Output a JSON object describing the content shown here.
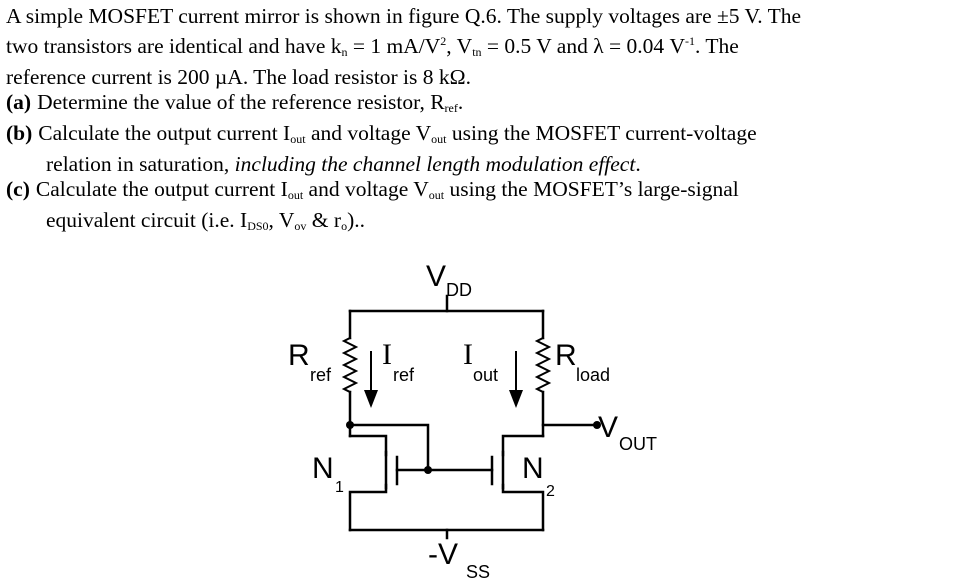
{
  "problem": {
    "intro": {
      "line1": "A simple MOSFET current mirror is shown in figure Q.6. The supply voltages are ±5 V. The",
      "line2_a": "two transistors are identical and have k",
      "line2_kn_sub": "n",
      "line2_b": " = 1 mA/V",
      "line2_sq": "2",
      "line2_c": ", V",
      "line2_vtn_sub": "tn",
      "line2_d": " = 0.5 V and λ = 0.04 V",
      "line2_inv": "-1",
      "line2_e": ". The",
      "line3": "reference current is 200 µA. The load resistor is 8 kΩ."
    },
    "parts": [
      {
        "label": "(a)",
        "text_a": "Determine the value of the reference resistor, R",
        "sub": "ref",
        "text_b": "."
      },
      {
        "label": "(b)",
        "text_a": "Calculate the output current I",
        "sub1": "out",
        "text_b": " and voltage V",
        "sub2": "out",
        "text_c": " using the MOSFET current-voltage",
        "cont_a": "relation in saturation, ",
        "cont_em": "including the channel length modulation effect",
        "cont_b": "."
      },
      {
        "label": "(c)",
        "text_a": "Calculate the output current I",
        "sub1": "out",
        "text_b": " and voltage V",
        "sub2": "out",
        "text_c": " using the MOSFET’s large-signal",
        "cont_a": "equivalent circuit (i.e. I",
        "cont_sub1": "DS0",
        "cont_b": ", V",
        "cont_sub2": "ov",
        "cont_c": " & r",
        "cont_sub3": "o",
        "cont_d": ").."
      }
    ]
  },
  "circuit": {
    "vdd": "V",
    "vdd_sub": "DD",
    "vss": "-V",
    "vss_sub": "SS",
    "rref": "R",
    "rref_sub": "ref",
    "iref": "I",
    "iref_sub": "ref",
    "iout": "I",
    "iout_sub": "out",
    "rload": "R",
    "rload_sub": "load",
    "vout": "V",
    "vout_sub": "OUT",
    "n1": "N",
    "n1_sub": "1",
    "n2": "N",
    "n2_sub": "2"
  }
}
